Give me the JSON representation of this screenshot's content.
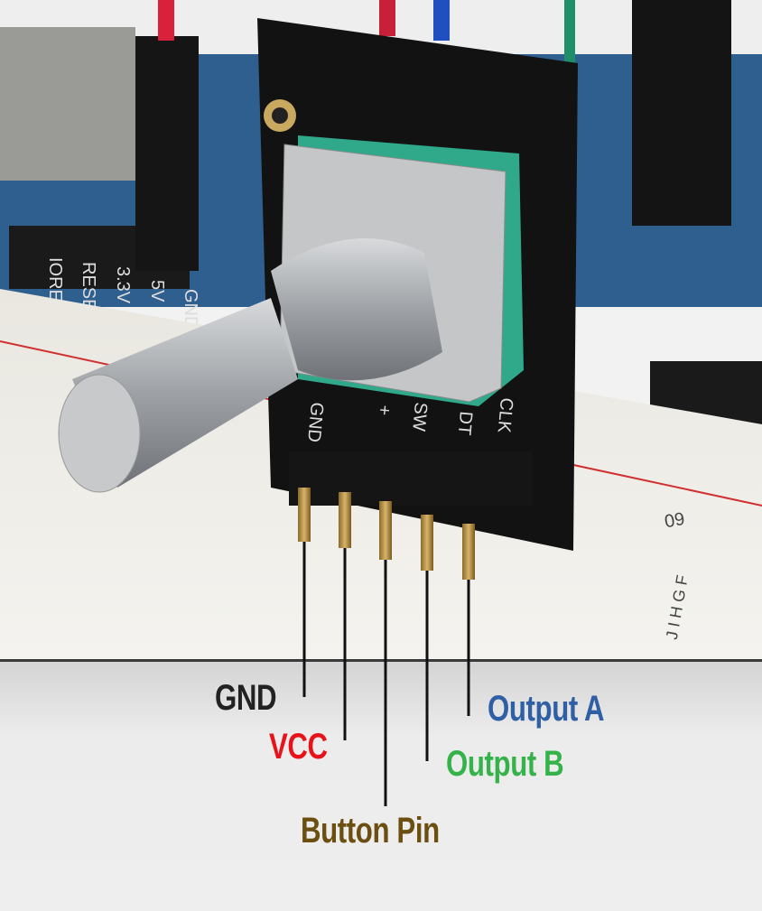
{
  "labels": {
    "gnd": {
      "text": "GND",
      "color": "#222222"
    },
    "vcc": {
      "text": "VCC",
      "color": "#e8121a"
    },
    "button": {
      "text": "Button Pin",
      "color": "#6b4e10"
    },
    "output_b": {
      "text": "Output B",
      "color": "#35b34a"
    },
    "output_a": {
      "text": "Output A",
      "color": "#2f5fa5"
    }
  },
  "board_silkscreen": {
    "pins": [
      "GND",
      "+",
      "SW",
      "DT",
      "CLK"
    ],
    "arduino_header": [
      "IOREF",
      "RESET",
      "3.3V",
      "5V",
      "GND"
    ],
    "breadboard_number": "60",
    "breadboard_letters": "J I H G F"
  }
}
